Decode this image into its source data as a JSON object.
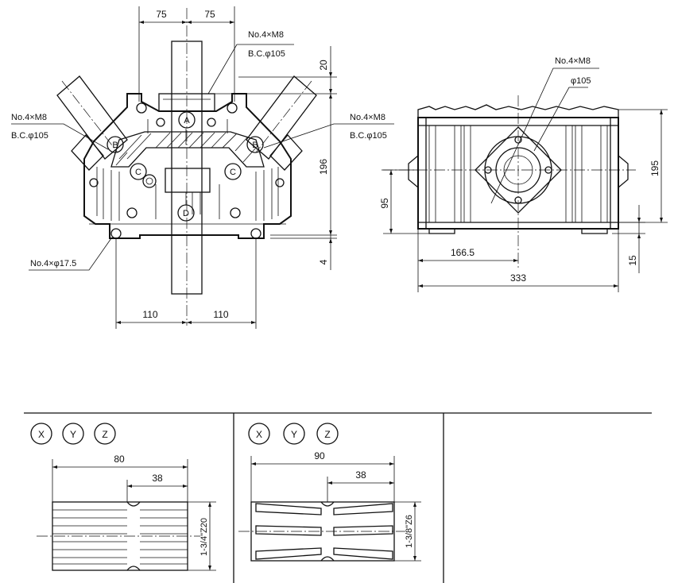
{
  "front_view": {
    "dim_top_left": "75",
    "dim_top_right": "75",
    "dim_right_20": "20",
    "dim_right_196": "196",
    "dim_right_4": "4",
    "dim_bottom_left": "110",
    "dim_bottom_right": "110",
    "note_top_line1": "No.4×M8",
    "note_top_line2": "B.C.φ105",
    "note_left_line1": "No.4×M8",
    "note_left_line2": "B.C.φ105",
    "note_right_line1": "No.4×M8",
    "note_right_line2": "B.C.φ105",
    "note_bottom": "No.4×φ17.5",
    "port_labels": {
      "a": "A",
      "b_left": "B",
      "b_right": "B",
      "c_left": "C",
      "c_right": "C",
      "d": "D"
    }
  },
  "side_view": {
    "note_line1": "No.4×M8",
    "note_line2": "φ105",
    "dim_195": "195",
    "dim_95": "95",
    "dim_166": "166.5",
    "dim_333": "333",
    "dim_15": "15"
  },
  "shaft_table": {
    "left": {
      "circles": [
        "X",
        "Y",
        "Z"
      ],
      "dim_overall": "80",
      "dim_spline": "38",
      "spec": "1-3/4\"Z20"
    },
    "right": {
      "circles": [
        "X",
        "Y",
        "Z"
      ],
      "dim_overall": "90",
      "dim_spline": "38",
      "spec": "1-3/8\"Z6"
    }
  }
}
